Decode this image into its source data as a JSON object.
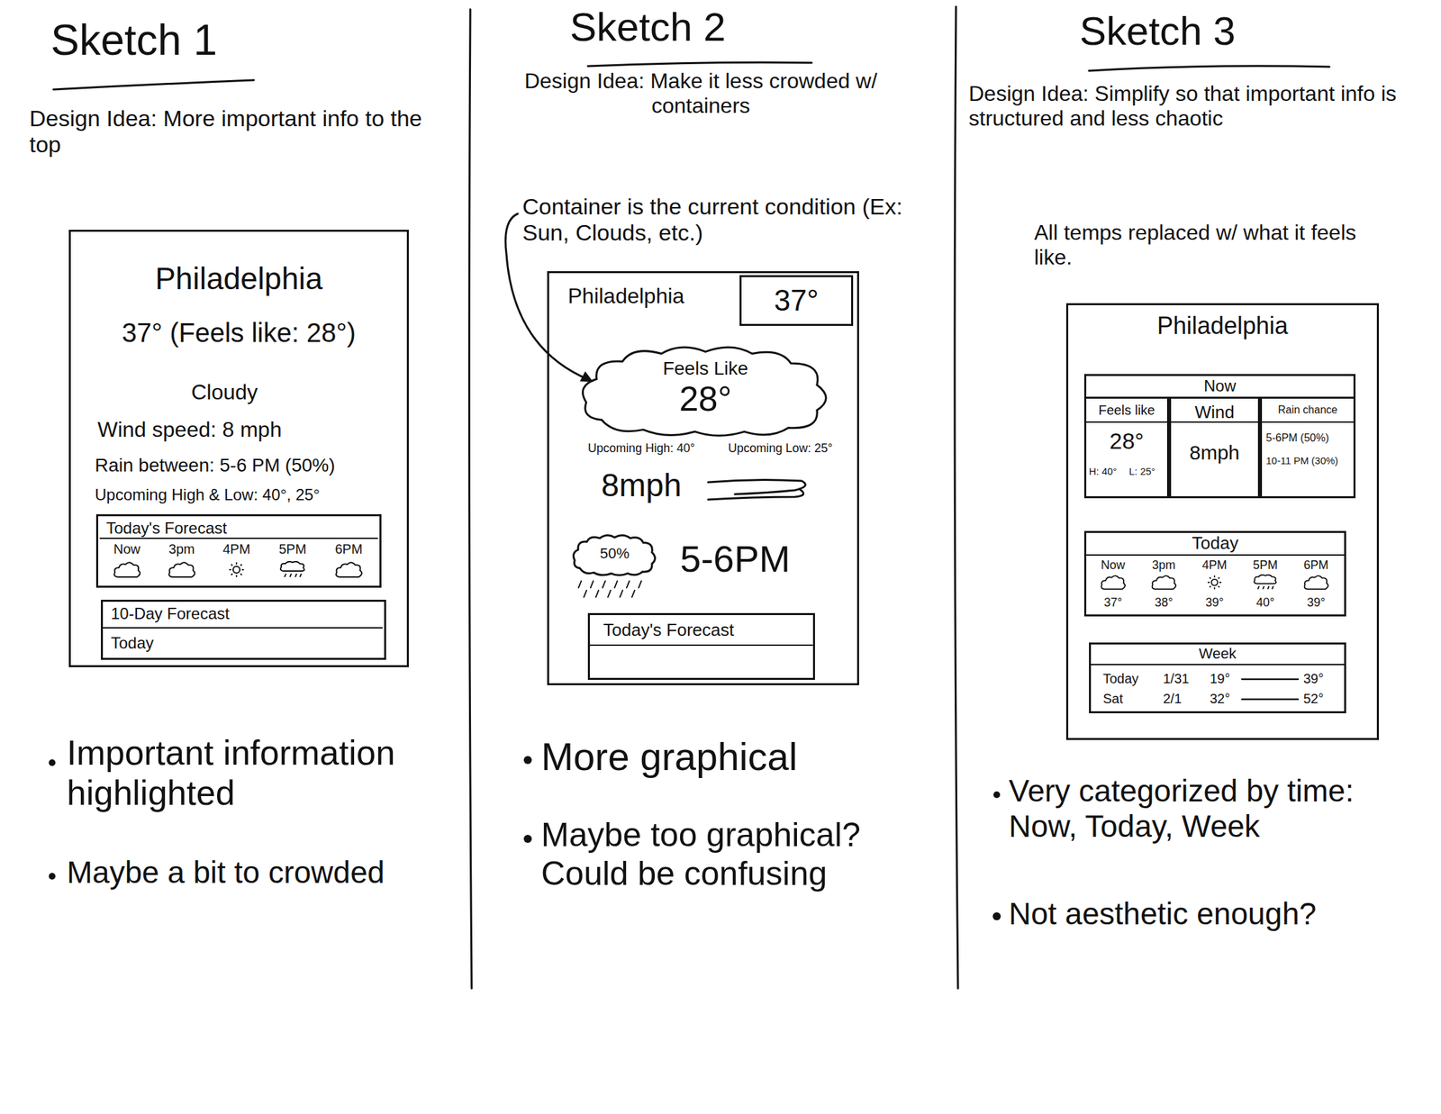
{
  "diagram": {
    "nodes": [
      {
        "text": [
          "Philadelphia",
          "37° (Feels like: 28°)",
          "Cloudy",
          "Wind speed: 8 mph",
          "Rain between: 5-6 PM (50%)",
          "Upcoming High & Low: 40°, 25°"
        ]
      },
      {
        "text": [
          "Today's Forecast",
          "Now",
          "3pm",
          "4PM",
          "5PM",
          "6PM"
        ],
        "in": 0
      },
      {
        "text": [
          "10-Day Forecast",
          "Today"
        ],
        "in": 0
      },
      {
        "text": [
          "Philadelphia",
          "Upcoming High: 40°",
          "Upcoming Low: 25°",
          "8mph",
          "5-6PM"
        ]
      },
      {
        "text": [
          "37°"
        ],
        "in": 3
      },
      {
        "text": [
          "Feels Like",
          "28°"
        ],
        "in": 3
      },
      {
        "text": [
          "50%"
        ],
        "in": 3
      },
      {
        "text": [
          "Today's Forecast"
        ],
        "in": 3
      },
      {
        "text": [
          "Philadelphia"
        ]
      },
      {
        "text": [
          "Now"
        ],
        "in": 8
      },
      {
        "text": [
          "Feels like",
          "28°",
          "H: 40°",
          "L: 25°"
        ],
        "in": 9
      },
      {
        "text": [
          "Wind",
          "8mph"
        ],
        "in": 9
      },
      {
        "text": [
          "Rain chance",
          "5-6PM (50%)",
          "10-11 PM (30%)"
        ],
        "in": 9
      },
      {
        "text": [
          "Today",
          "Now",
          "3pm",
          "4PM",
          "5PM",
          "6PM",
          "37°",
          "38°",
          "39°",
          "40°",
          "39°"
        ],
        "in": 8
      },
      {
        "text": [
          "Week",
          "Today",
          "1/31",
          "19°",
          "39°",
          "Sat",
          "2/1",
          "32°",
          "52°"
        ],
        "in": 8
      }
    ],
    "labels": [
      "Sketch 1",
      "Design Idea: More important info to the top",
      "Important information highlighted",
      "Maybe a bit to crowded",
      "Sketch 2",
      "Design Idea: Make it less crowded w/ containers",
      "Container is the current condition (Ex: Sun, Clouds, etc.)",
      "More graphical",
      "Maybe too graphical? Could be confusing",
      "Sketch 3",
      "Design Idea: Simplify so that important info is structured and less chaotic",
      "All temps replaced w/ what it feels like.",
      "Very categorized by time: Now, Today, Week",
      "Not aesthetic enough?"
    ]
  }
}
